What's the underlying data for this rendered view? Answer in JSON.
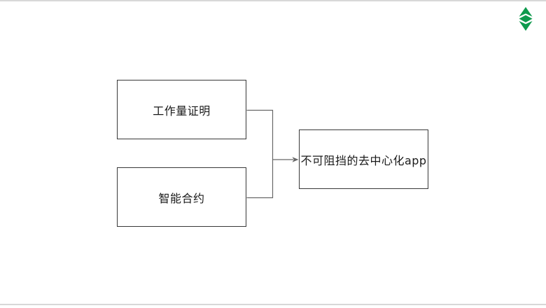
{
  "page": {
    "background_color": "#ffffff",
    "letterbox_line_color": "#d8d8d8"
  },
  "diagram": {
    "box_border_color": "#383838",
    "connector_color": "#676767",
    "text_color": "#1a1a1a",
    "nodes": [
      {
        "id": "proof-of-work",
        "label": "工作量证明"
      },
      {
        "id": "smart-contract",
        "label": "智能合约"
      },
      {
        "id": "decentralized-app",
        "label": "不可阻挡的去中心化app"
      }
    ],
    "edges": [
      {
        "from": "proof-of-work",
        "to": "decentralized-app",
        "style": "elbow-arrow"
      },
      {
        "from": "smart-contract",
        "to": "decentralized-app",
        "style": "elbow-arrow"
      }
    ]
  },
  "logo": {
    "name": "ethereum-classic-logo",
    "color": "#0e9a4d"
  }
}
